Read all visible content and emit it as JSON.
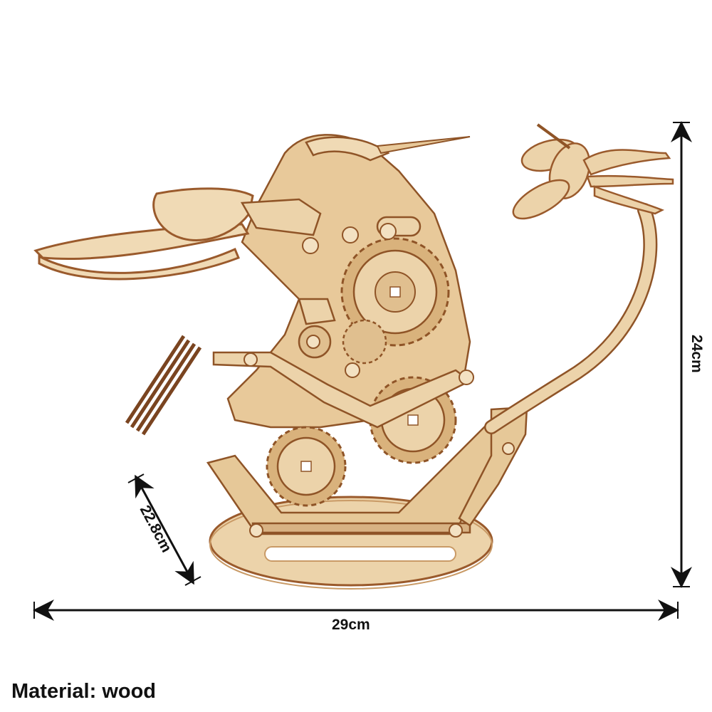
{
  "dimensions": {
    "width": "29cm",
    "height": "24cm",
    "depth": "22.8cm"
  },
  "material": "Material: wood",
  "colors": {
    "wood_light": "#ecd3aa",
    "wood_mid": "#ddb886",
    "wood_edge": "#9a5a2c",
    "arrow": "#111111"
  }
}
